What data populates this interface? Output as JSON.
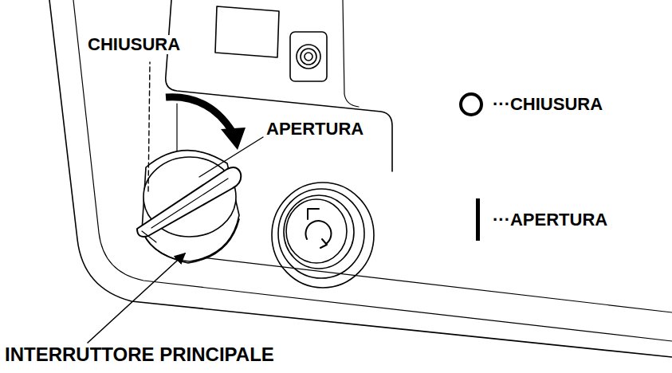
{
  "diagram": {
    "labels": [
      "CHIUSURA",
      "APERTURA",
      "INTERRUTTORE PRINCIPALE"
    ],
    "legend": [
      {
        "text": "···CHIUSURA"
      },
      {
        "text": "···APERTURA"
      }
    ]
  }
}
